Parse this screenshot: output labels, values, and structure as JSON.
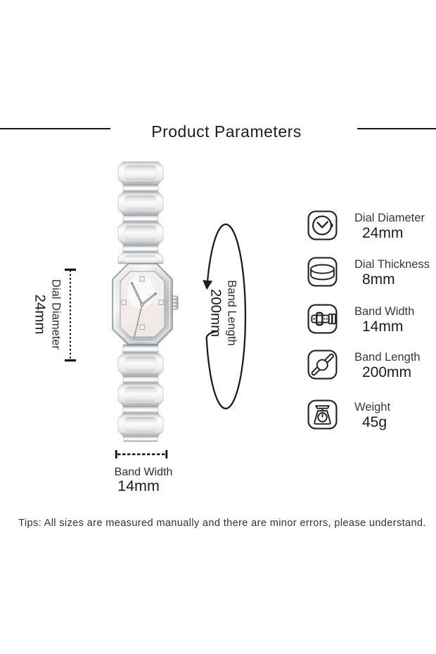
{
  "title": "Product Parameters",
  "watch": {
    "description": "silver link-bracelet wristwatch with octagonal mother-of-pearl dial and crystal hour markers"
  },
  "annotations": {
    "dial_diameter": {
      "label": "Dial Diameter",
      "value": "24mm"
    },
    "band_length": {
      "label": "Band Length",
      "value": "200mm"
    },
    "band_width": {
      "label": "Band Width",
      "value": "14mm"
    }
  },
  "specs": [
    {
      "icon": "watch-clock-icon",
      "label": "Dial Diameter",
      "value": "24mm"
    },
    {
      "icon": "dial-thickness-icon",
      "label": "Dial Thickness",
      "value": "8mm"
    },
    {
      "icon": "band-width-icon",
      "label": "Band Width",
      "value": "14mm"
    },
    {
      "icon": "band-length-icon",
      "label": "Band Length",
      "value": "200mm"
    },
    {
      "icon": "weight-scale-icon",
      "label": "Weight",
      "value": "45g"
    }
  ],
  "tips": "Tips: All sizes are measured manually and there are minor errors, please understand.",
  "colors": {
    "ink": "#1c1c1c",
    "label": "#383838",
    "metal_light": "#ffffff",
    "metal_dark": "#aeb1b4"
  }
}
